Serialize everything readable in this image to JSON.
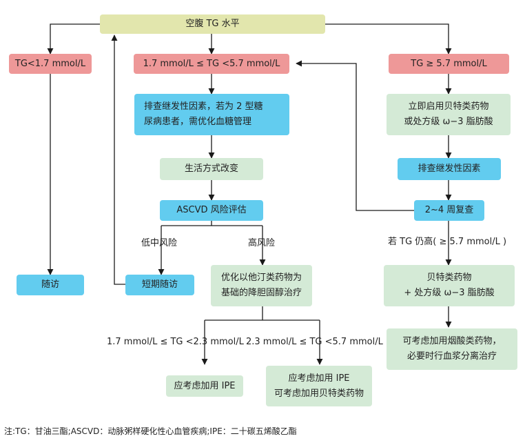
{
  "nodes": {
    "top": "空腹 TG 水平",
    "tg_low": "TG<1.7 mmol/L",
    "tg_mid": "1.7 mmol/L ≤ TG <5.7 mmol/L",
    "tg_high": "TG ≥ 5.7 mmol/L",
    "screen_secondary_line1": "排查继发性因素，若为 2 型糖",
    "screen_secondary_line2": "尿病患者，需优化血糖管理",
    "lifestyle": "生活方式改变",
    "ascvd": "ASCVD 风险评估",
    "followup": "随访",
    "short_followup": "短期随访",
    "statin_line1": "优化以他汀类药物为",
    "statin_line2": "基础的降胆固醇治疗",
    "ipe": "应考虑加用 IPE",
    "ipe_fibrate_line1": "应考虑加用 IPE",
    "ipe_fibrate_line2": "可考虑加用贝特类药物",
    "start_drugs_line1": "立即启用贝特类药物",
    "start_drugs_line2": "或处方级 ω−3 脂肪酸",
    "screen_factors": "排查继发性因素",
    "recheck": "2~4 周复查",
    "fibrate_combo_line1": "贝特类药物",
    "fibrate_combo_line2": "+ 处方级 ω−3 脂肪酸",
    "niacin_line1": "可考虑加用烟酸类药物，",
    "niacin_line2": "必要时行血浆分离治疗"
  },
  "labels": {
    "low_mid_risk": "低中风险",
    "high_risk": "高风险",
    "range_low": "1.7 mmol/L ≤ TG <2.3 mmol/L",
    "range_high": "2.3 mmol/L ≤ TG <5.7 mmol/L",
    "still_high": "若 TG 仍高( ≥ 5.7 mmol/L )"
  },
  "footnote": "注:TG：甘油三酯;ASCVD：动脉粥样硬化性心血管疾病;IPE：二十碳五烯酸乙酯",
  "colors": {
    "yellow": "#e2e6ad",
    "red": "#ee9898",
    "blue": "#62ccef",
    "green": "#d4ead6",
    "line": "#1a1a1a"
  }
}
